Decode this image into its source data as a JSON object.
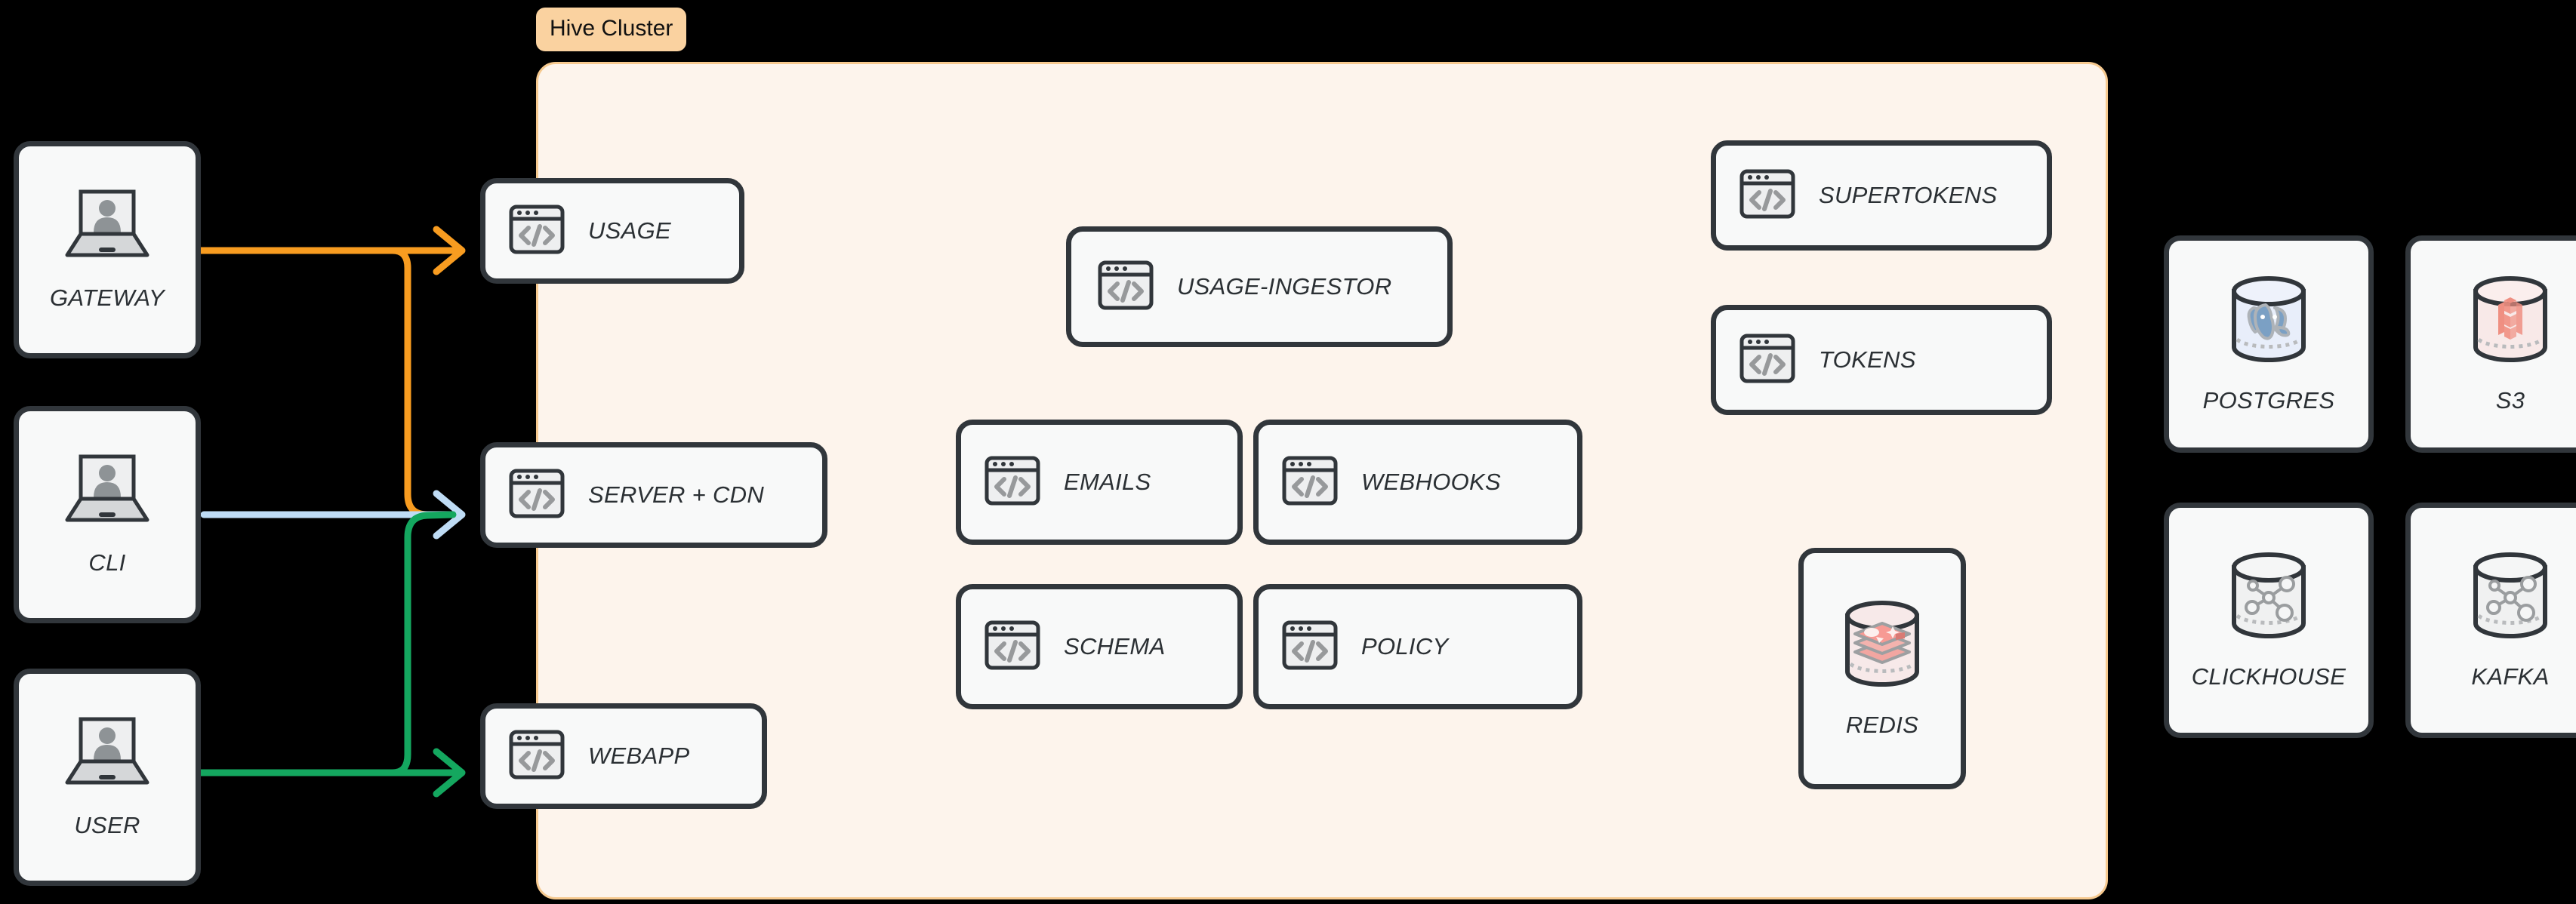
{
  "diagram": {
    "title": "Hive Cluster architecture diagram",
    "background": "#000000"
  },
  "cluster": {
    "badge_label": "Hive Cluster",
    "badge_bg": "#fad2a0",
    "panel_bg": "#fdf4ec",
    "panel_border": "#f6c98f"
  },
  "clients": [
    {
      "label": "GATEWAY",
      "icon": "laptop-user-icon"
    },
    {
      "label": "CLI",
      "icon": "laptop-user-icon"
    },
    {
      "label": "USER",
      "icon": "laptop-user-icon"
    }
  ],
  "edge_services": [
    {
      "label": "USAGE",
      "icon": "code-window-icon"
    },
    {
      "label": "SERVER + CDN",
      "icon": "code-window-icon"
    },
    {
      "label": "WEBAPP",
      "icon": "code-window-icon"
    }
  ],
  "cluster_services": [
    {
      "label": "USAGE-INGESTOR",
      "icon": "code-window-icon"
    },
    {
      "label": "EMAILS",
      "icon": "code-window-icon"
    },
    {
      "label": "WEBHOOKS",
      "icon": "code-window-icon"
    },
    {
      "label": "SCHEMA",
      "icon": "code-window-icon"
    },
    {
      "label": "POLICY",
      "icon": "code-window-icon"
    },
    {
      "label": "SUPERTOKENS",
      "icon": "code-window-icon"
    },
    {
      "label": "TOKENS",
      "icon": "code-window-icon"
    }
  ],
  "cluster_datastores": [
    {
      "label": "REDIS",
      "icon": "redis-cylinder-icon"
    }
  ],
  "external_datastores": [
    {
      "label": "POSTGRES",
      "icon": "postgres-cylinder-icon"
    },
    {
      "label": "S3",
      "icon": "s3-cylinder-icon"
    },
    {
      "label": "CLICKHOUSE",
      "icon": "network-cylinder-icon"
    },
    {
      "label": "KAFKA",
      "icon": "network-cylinder-icon"
    }
  ],
  "connections": [
    {
      "from": "GATEWAY",
      "to": "USAGE",
      "color": "#f89c20",
      "name": "gateway-to-usage"
    },
    {
      "from": "GATEWAY",
      "to": "SERVER + CDN",
      "color": "#f89c20",
      "name": "gateway-to-server-cdn"
    },
    {
      "from": "CLI",
      "to": "SERVER + CDN",
      "color": "#bfdcf5",
      "name": "cli-to-server-cdn"
    },
    {
      "from": "USER",
      "to": "WEBAPP",
      "color": "#14a75f",
      "name": "user-to-webapp"
    },
    {
      "from": "USER",
      "to": "SERVER + CDN",
      "color": "#14a75f",
      "name": "user-to-server-cdn"
    }
  ],
  "colors": {
    "orange": "#f89c20",
    "blue": "#bfdcf5",
    "green": "#14a75f",
    "node_border": "#31363b",
    "node_fill": "#f8f9f9",
    "label_text": "#2b3034"
  }
}
